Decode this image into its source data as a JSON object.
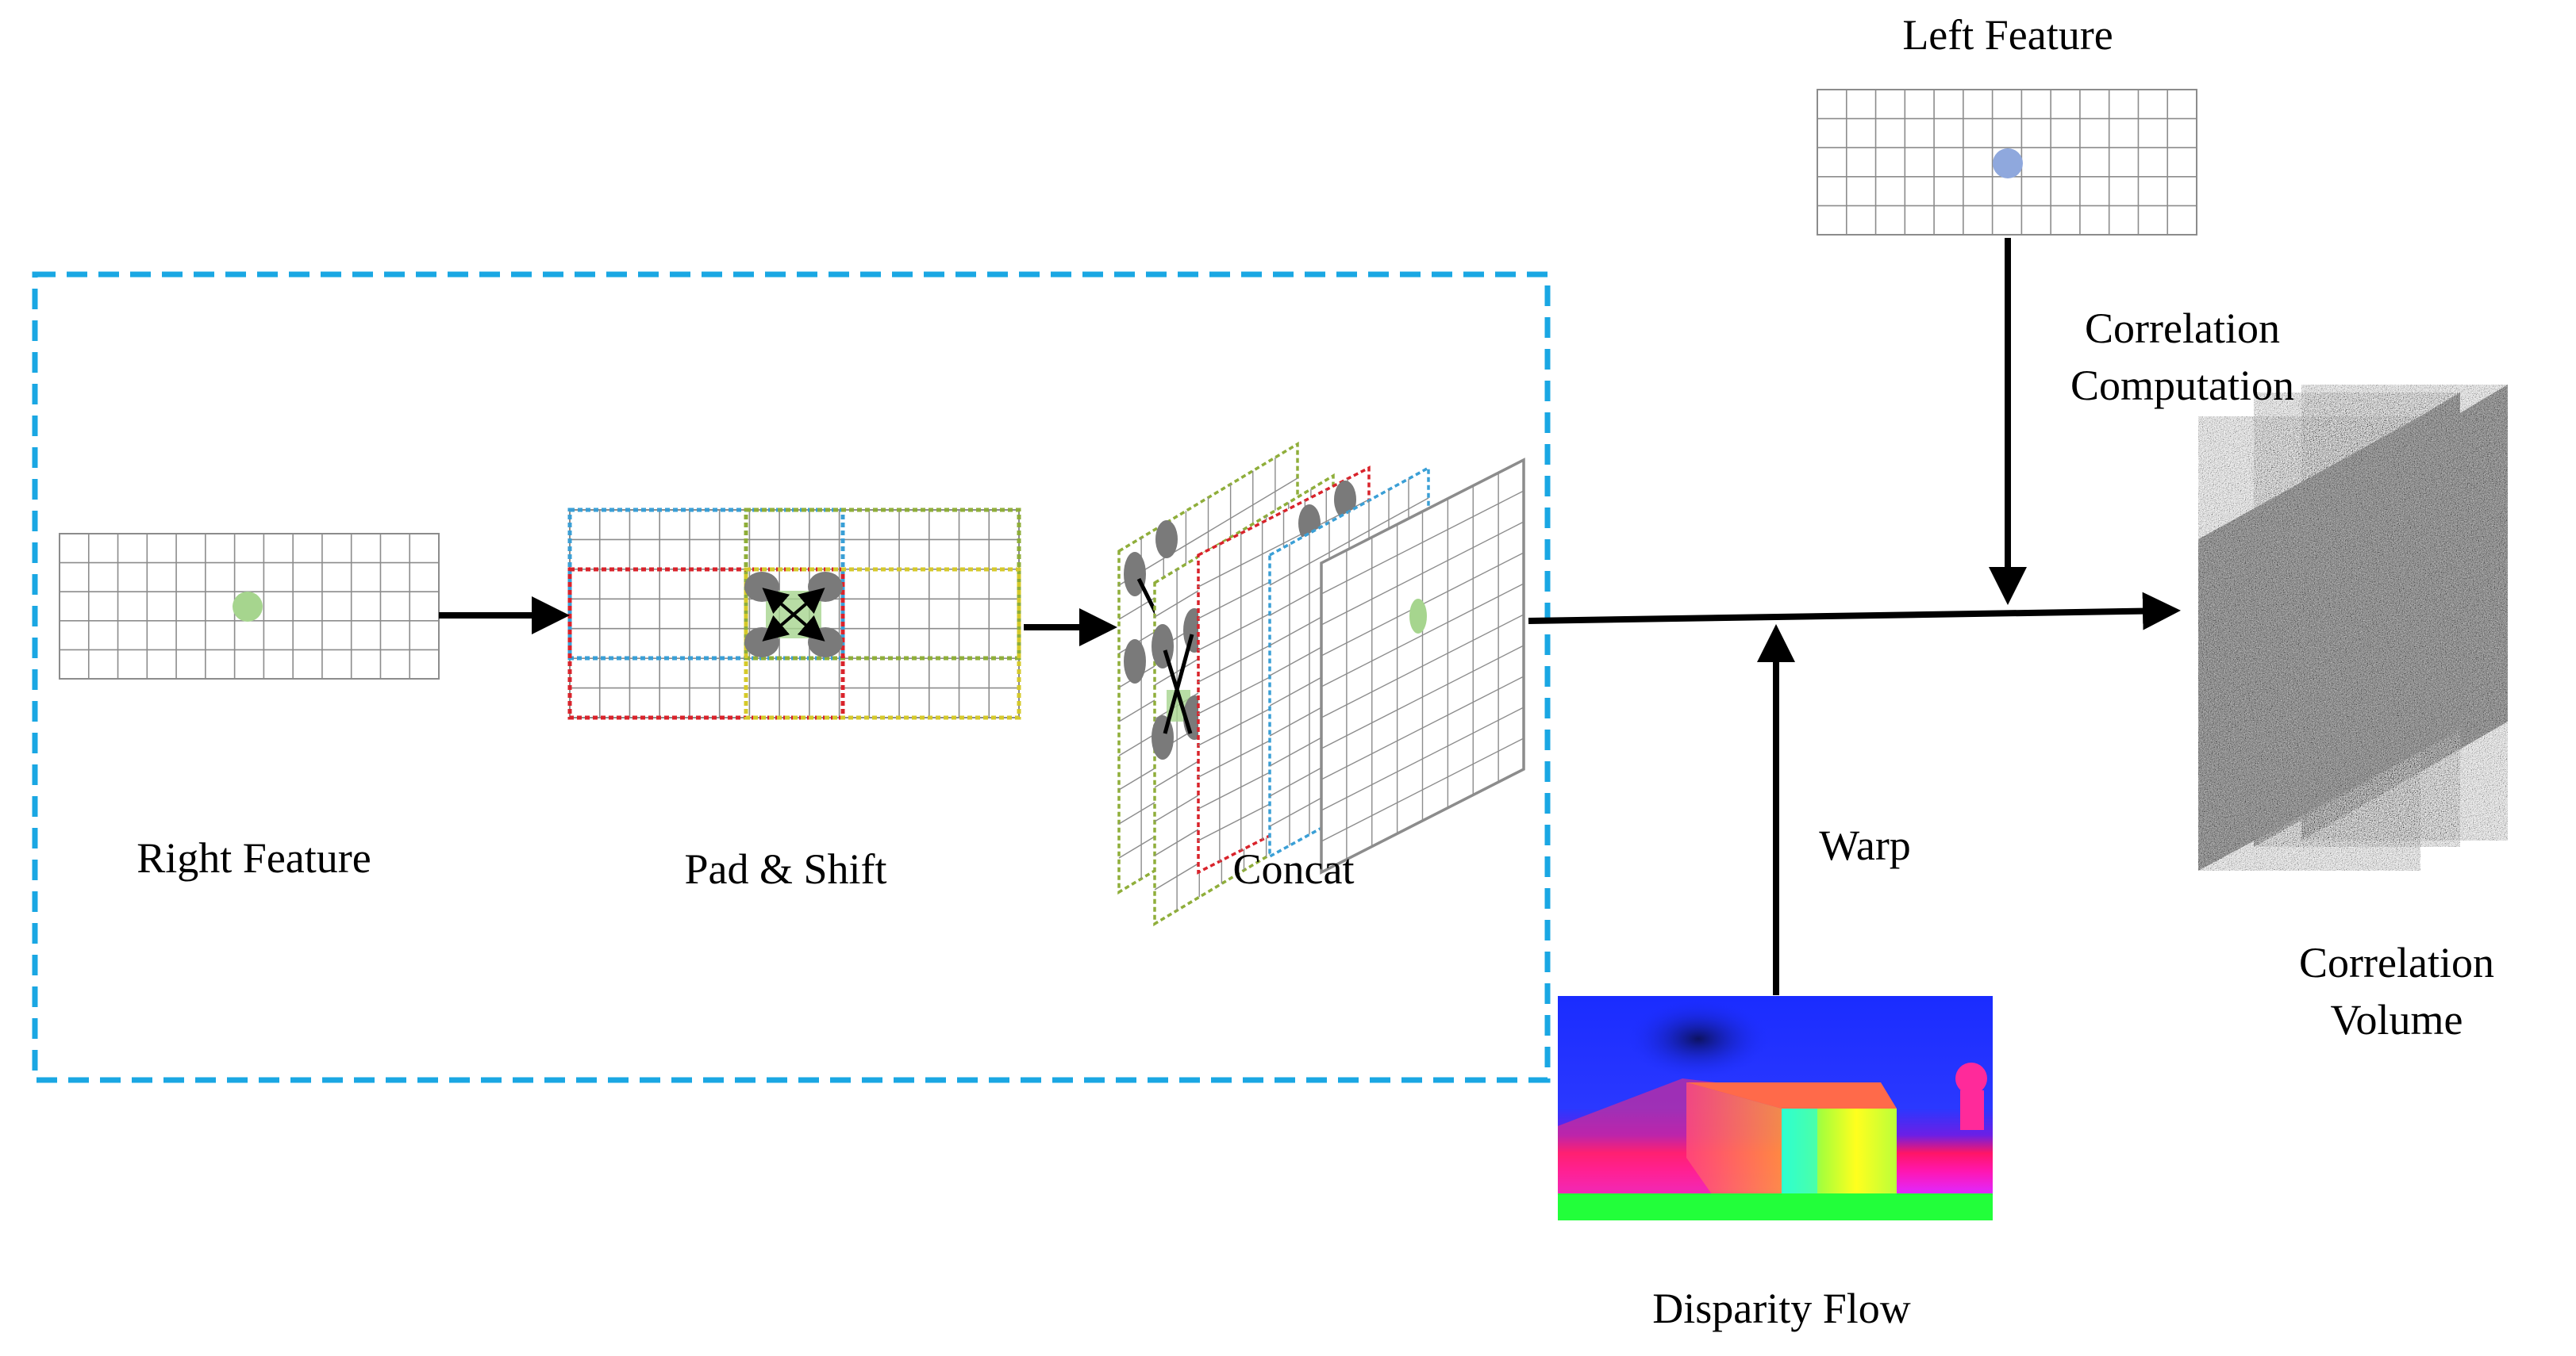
{
  "labels": {
    "left_feature": "Left Feature",
    "correlation_computation_line1": "Correlation",
    "correlation_computation_line2": "Computation",
    "right_feature": "Right Feature",
    "pad_shift": "Pad & Shift",
    "concat": "Concat",
    "warp": "Warp",
    "correlation_volume_line1": "Correlation",
    "correlation_volume_line2": "Volume",
    "disparity_flow": "Disparity Flow"
  },
  "colors": {
    "dashed_box": "#1aa7e3",
    "grid_line": "#8c8c8c",
    "feature_dot_right": "#a6d58e",
    "feature_dot_left": "#8fa8dd",
    "shift_red": "#d9232b",
    "shift_yellow": "#d5c92a",
    "shift_blue": "#3a9fd6",
    "shift_green": "#8fae3a",
    "kernel_dot": "#7a7a7a",
    "arrow": "#000000"
  },
  "icons": {
    "disparity_map": "disparity-flow-image",
    "noise_volume": "correlation-volume-image"
  }
}
